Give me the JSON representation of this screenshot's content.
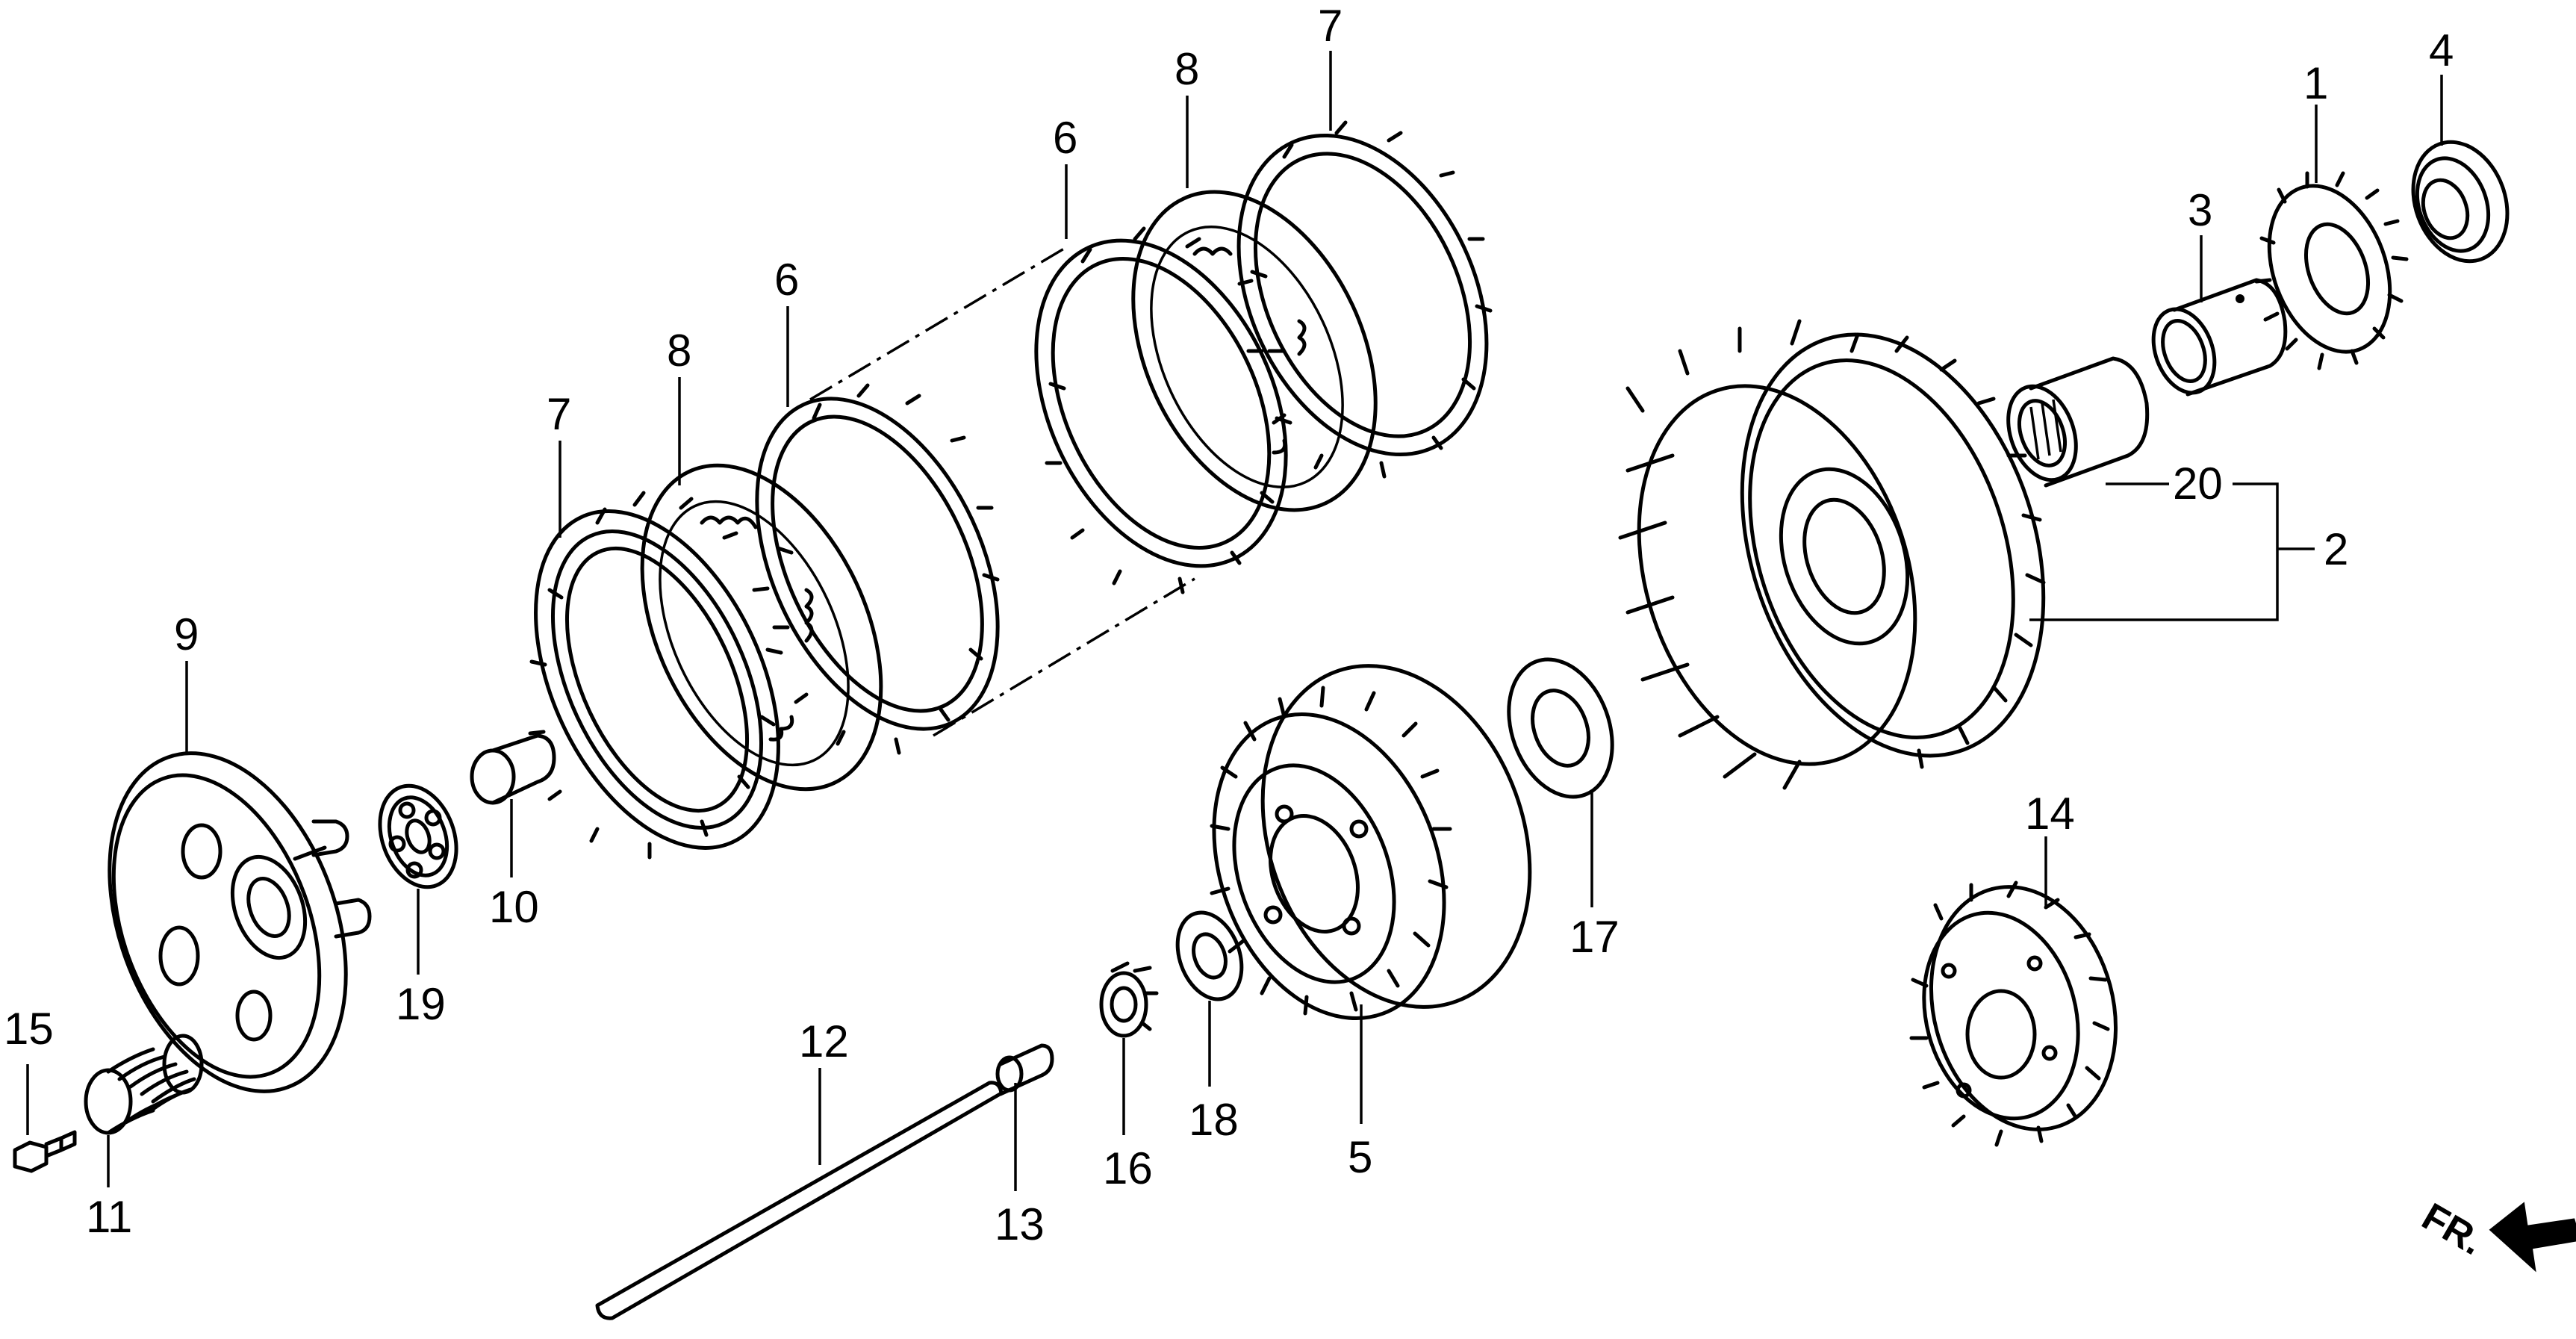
{
  "diagram": {
    "part_labels": {
      "p1": "1",
      "p2": "2",
      "p3": "3",
      "p4": "4",
      "p5": "5",
      "p6a": "6",
      "p6b": "6",
      "p7a": "7",
      "p7b": "7",
      "p8a": "8",
      "p8b": "8",
      "p9": "9",
      "p10": "10",
      "p11": "11",
      "p12": "12",
      "p13": "13",
      "p14": "14",
      "p15": "15",
      "p16": "16",
      "p17": "17",
      "p18": "18",
      "p19": "19",
      "p20": "20"
    },
    "direction_indicator": {
      "text": "FR."
    },
    "colors": {
      "line": "#000000",
      "background": "#ffffff"
    }
  }
}
